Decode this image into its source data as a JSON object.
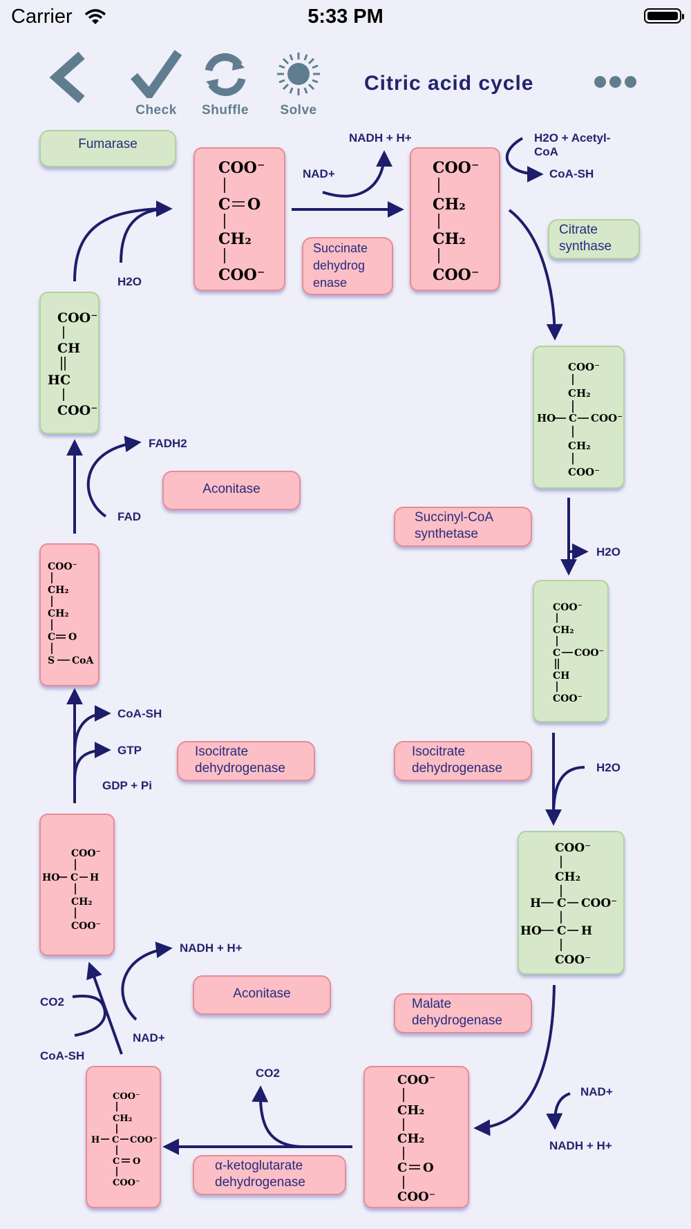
{
  "status_bar": {
    "carrier": "Carrier",
    "time": "5:33 PM"
  },
  "toolbar": {
    "back_icon": "chevron-left-icon",
    "check_label": "Check",
    "shuffle_label": "Shuffle",
    "solve_label": "Solve",
    "title": "Citric acid cycle",
    "more_icon": "ellipsis-icon"
  },
  "enzymes": {
    "fumarase": "Fumarase",
    "succinate_dh": "Succinate dehydrog enase",
    "citrate_synthase": "Citrate synthase",
    "aconitase_1": "Aconitase",
    "succinyl_coa_synthetase": "Succinyl-CoA synthetase",
    "isocitrate_dh_1": "Isocitrate dehydrogenase",
    "isocitrate_dh_2": "Isocitrate dehydrogenase",
    "aconitase_2": "Aconitase",
    "malate_dh": "Malate dehydrogenase",
    "akg_dh": "α-ketoglutarate dehydrogenase"
  },
  "cofactors": {
    "nadh_top": "NADH + H+",
    "nad_top": "NAD+",
    "h2o_acetyl": "H2O + Acetyl-CoA",
    "coa_sh_top": "CoA-SH",
    "h2o_left": "H2O",
    "fadh2": "FADH2",
    "fad": "FAD",
    "h2o_right1": "H2O",
    "coa_sh_left": "CoA-SH",
    "gtp": "GTP",
    "gdp_pi": "GDP + Pi",
    "h2o_right2": "H2O",
    "nadh_left": "NADH + H+",
    "co2_left": "CO2",
    "nad_left": "NAD+",
    "coa_sh_bottom": "CoA-SH",
    "co2_bottom": "CO2",
    "nad_right": "NAD+",
    "nadh_right": "NADH + H+"
  },
  "molecules": {
    "oxaloacetate": [
      "COO⁻",
      "C",
      "O",
      "CH₂",
      "COO⁻"
    ],
    "citrate_top": [
      "COO⁻",
      "CH₂",
      "CH₂",
      "COO⁻"
    ],
    "fumarate": [
      "COO⁻",
      "CH",
      "HC",
      "COO⁻"
    ],
    "citrate": [
      "COO⁻",
      "CH₂",
      "HO",
      "C",
      "COO⁻",
      "CH₂",
      "COO⁻"
    ],
    "succinyl_coa": [
      "COO⁻",
      "CH₂",
      "CH₂",
      "C",
      "O",
      "S",
      "CoA"
    ],
    "cis_aconitate": [
      "COO⁻",
      "CH₂",
      "C",
      "COO⁻",
      "CH",
      "COO⁻"
    ],
    "malate": [
      "COO⁻",
      "HO",
      "C",
      "H",
      "CH₂",
      "COO⁻"
    ],
    "isocitrate": [
      "COO⁻",
      "CH₂",
      "H",
      "C",
      "COO⁻",
      "HO",
      "C",
      "H",
      "COO⁻"
    ],
    "oxalosuccinate": [
      "COO⁻",
      "CH₂",
      "H",
      "C",
      "COO⁻",
      "C",
      "O",
      "COO⁻"
    ],
    "akg": [
      "COO⁻",
      "CH₂",
      "CH₂",
      "C",
      "O",
      "COO⁻"
    ]
  },
  "colors": {
    "accent": "#23236e",
    "toolbar_grey": "#607d90",
    "red_card": "#fbbfc5",
    "green_card": "#d6e8c9"
  }
}
